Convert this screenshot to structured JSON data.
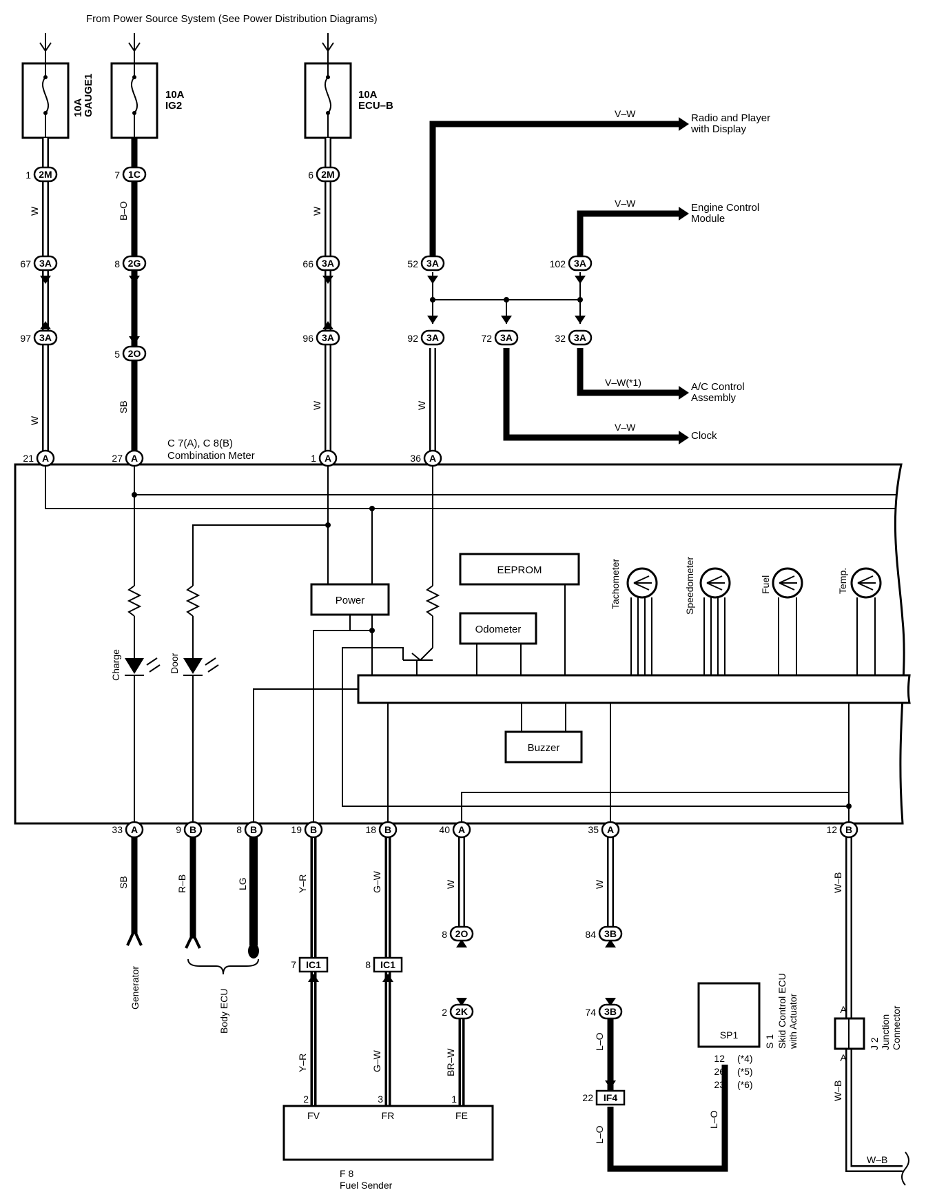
{
  "header": "From Power Source System (See Power Distribution Diagrams)",
  "fuses": {
    "gauge1": {
      "rating": "10A",
      "name": "GAUGE1"
    },
    "ig2": {
      "rating": "10A",
      "name": "IG2"
    },
    "ecub": {
      "rating": "10A",
      "name": "ECU–B"
    }
  },
  "connectors": {
    "c2m1": {
      "pin": "1",
      "code": "2M"
    },
    "c1c7": {
      "pin": "7",
      "code": "1C"
    },
    "c2m6": {
      "pin": "6",
      "code": "2M"
    },
    "c3a67": {
      "pin": "67",
      "code": "3A"
    },
    "c2g8": {
      "pin": "8",
      "code": "2G"
    },
    "c3a66": {
      "pin": "66",
      "code": "3A"
    },
    "c3a52": {
      "pin": "52",
      "code": "3A"
    },
    "c3a102": {
      "pin": "102",
      "code": "3A"
    },
    "c3a97": {
      "pin": "97",
      "code": "3A"
    },
    "c2o5": {
      "pin": "5",
      "code": "2O"
    },
    "c3a96": {
      "pin": "96",
      "code": "3A"
    },
    "c3a92": {
      "pin": "92",
      "code": "3A"
    },
    "c3a72": {
      "pin": "72",
      "code": "3A"
    },
    "c3a32": {
      "pin": "32",
      "code": "3A"
    },
    "m21": {
      "pin": "21",
      "code": "A"
    },
    "m27": {
      "pin": "27",
      "code": "A"
    },
    "m1": {
      "pin": "1",
      "code": "A"
    },
    "m36": {
      "pin": "36",
      "code": "A"
    },
    "m33": {
      "pin": "33",
      "code": "A"
    },
    "m9": {
      "pin": "9",
      "code": "B"
    },
    "m8": {
      "pin": "8",
      "code": "B"
    },
    "m19": {
      "pin": "19",
      "code": "B"
    },
    "m18": {
      "pin": "18",
      "code": "B"
    },
    "m40": {
      "pin": "40",
      "code": "A"
    },
    "m35": {
      "pin": "35",
      "code": "A"
    },
    "m12": {
      "pin": "12",
      "code": "B"
    },
    "c2o8": {
      "pin": "8",
      "code": "2O"
    },
    "c3b84": {
      "pin": "84",
      "code": "3B"
    },
    "c2k2": {
      "pin": "2",
      "code": "2K"
    },
    "c3b74": {
      "pin": "74",
      "code": "3B"
    },
    "ic1_7": {
      "pin": "7",
      "code": "IC1"
    },
    "ic1_8": {
      "pin": "8",
      "code": "IC1"
    },
    "if4_22": {
      "pin": "22",
      "code": "IF4"
    }
  },
  "wire_colors": {
    "w1": "W",
    "bo": "B–O",
    "w2": "W",
    "w3": "W",
    "sb1": "SB",
    "w4": "W",
    "w5": "W",
    "vw_radio": "V–W",
    "vw_ecm": "V–W",
    "vw_ac": "V–W(*1)",
    "vw_clock": "V–W",
    "sb2": "SB",
    "rb": "R–B",
    "lg": "LG",
    "yr1": "Y–R",
    "gw1": "G–W",
    "w6": "W",
    "w7": "W",
    "wb1": "W–B",
    "yr2": "Y–R",
    "gw2": "G–W",
    "brw": "BR–W",
    "lo1": "L–O",
    "lo2": "L–O",
    "lo3": "L–O",
    "wb2": "W–B",
    "wb3": "W–B"
  },
  "destinations": {
    "radio": [
      "Radio and Player",
      "with Display"
    ],
    "ecm": [
      "Engine Control",
      "Module"
    ],
    "ac": [
      "A/C Control",
      "Assembly"
    ],
    "clock": "Clock"
  },
  "meter": {
    "id": "C 7(A), C 8(B)",
    "name": "Combination Meter"
  },
  "internal": {
    "eeprom": "EEPROM",
    "power": "Power",
    "odometer": "Odometer",
    "buzzer": "Buzzer",
    "tachometer": "Tachometer",
    "speedometer": "Speedometer",
    "fuel": "Fuel",
    "temp": "Temp.",
    "charge": "Charge",
    "door": "Door"
  },
  "bottom": {
    "generator": "Generator",
    "body_ecu": "Body ECU",
    "fuel_sender": {
      "id": "F 8",
      "name": "Fuel Sender",
      "terms": [
        "FV",
        "FR",
        "FE"
      ],
      "pins": [
        "2",
        "3",
        "1"
      ]
    },
    "skid": {
      "terminal": "SP1",
      "id": "S 1",
      "name": [
        "Skid Control ECU",
        "with Actuator"
      ],
      "pins": [
        "12",
        "26",
        "23"
      ],
      "notes": [
        "(*4)",
        "(*5)",
        "(*6)"
      ]
    },
    "junction": {
      "id": "J 2",
      "name": [
        "Junction",
        "Connector"
      ],
      "term_top": "A",
      "term_bottom": "A"
    }
  }
}
